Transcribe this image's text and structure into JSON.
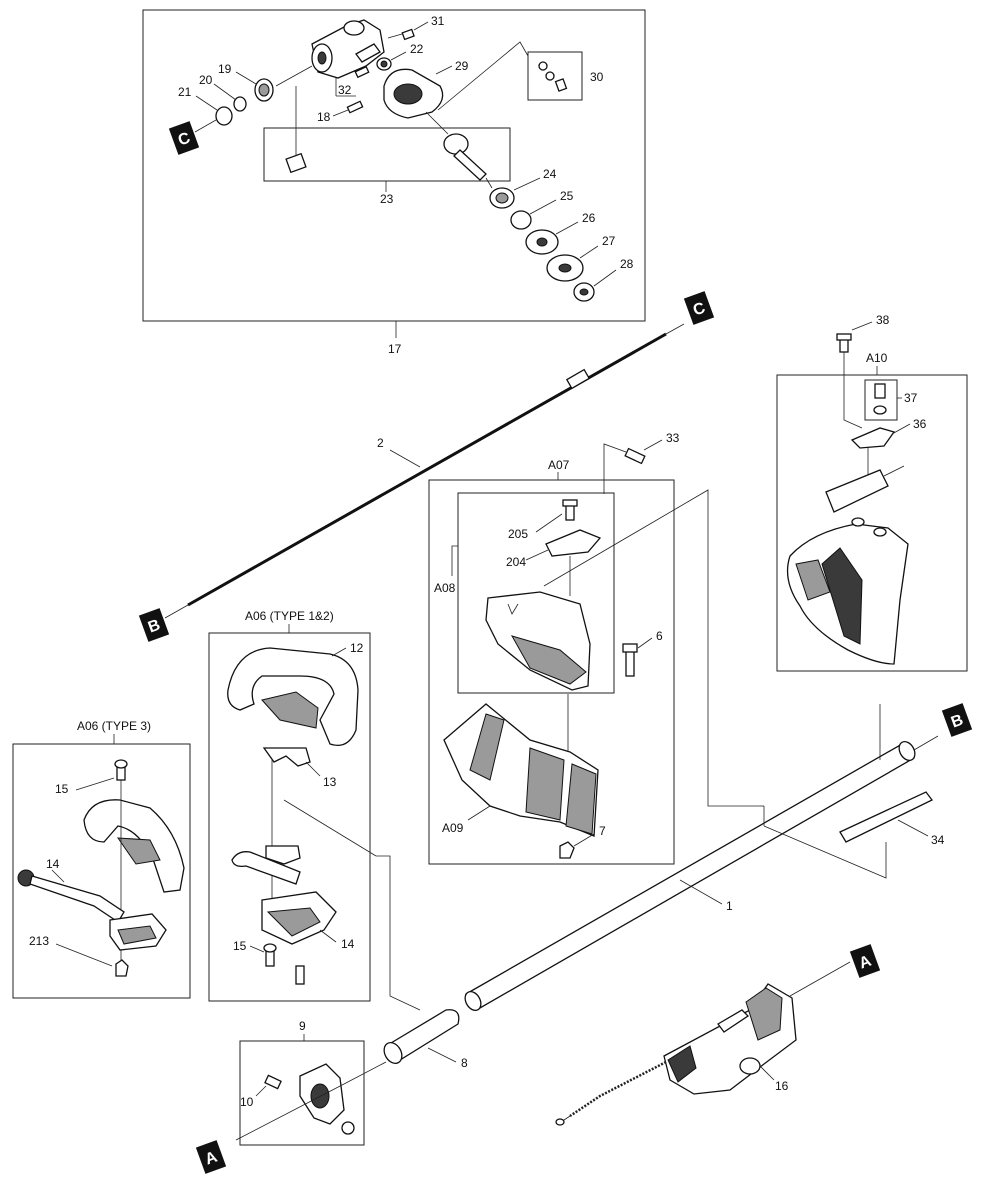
{
  "labels": {
    "p1": "1",
    "p2": "2",
    "p6": "6",
    "p7": "7",
    "p8": "8",
    "p9": "9",
    "p10": "10",
    "p12": "12",
    "p13": "13",
    "p14a": "14",
    "p14b": "14",
    "p15a": "15",
    "p15b": "15",
    "p16": "16",
    "p17": "17",
    "p18": "18",
    "p19": "19",
    "p20": "20",
    "p21": "21",
    "p22": "22",
    "p23": "23",
    "p24": "24",
    "p25": "25",
    "p26": "26",
    "p27": "27",
    "p28": "28",
    "p29": "29",
    "p30": "30",
    "p31": "31",
    "p32": "32",
    "p33": "33",
    "p34": "34",
    "p36": "36",
    "p37": "37",
    "p38": "38",
    "p204": "204",
    "p205": "205",
    "p213": "213",
    "a06_type12": "A06 (TYPE 1&2)",
    "a06_type3": "A06 (TYPE 3)",
    "a07": "A07",
    "a08": "A08",
    "a09": "A09",
    "a10": "A10"
  },
  "markers": {
    "c_top": "C",
    "c_left": "C",
    "b_left": "B",
    "b_right": "B",
    "a_right": "A",
    "a_bottom": "A"
  }
}
